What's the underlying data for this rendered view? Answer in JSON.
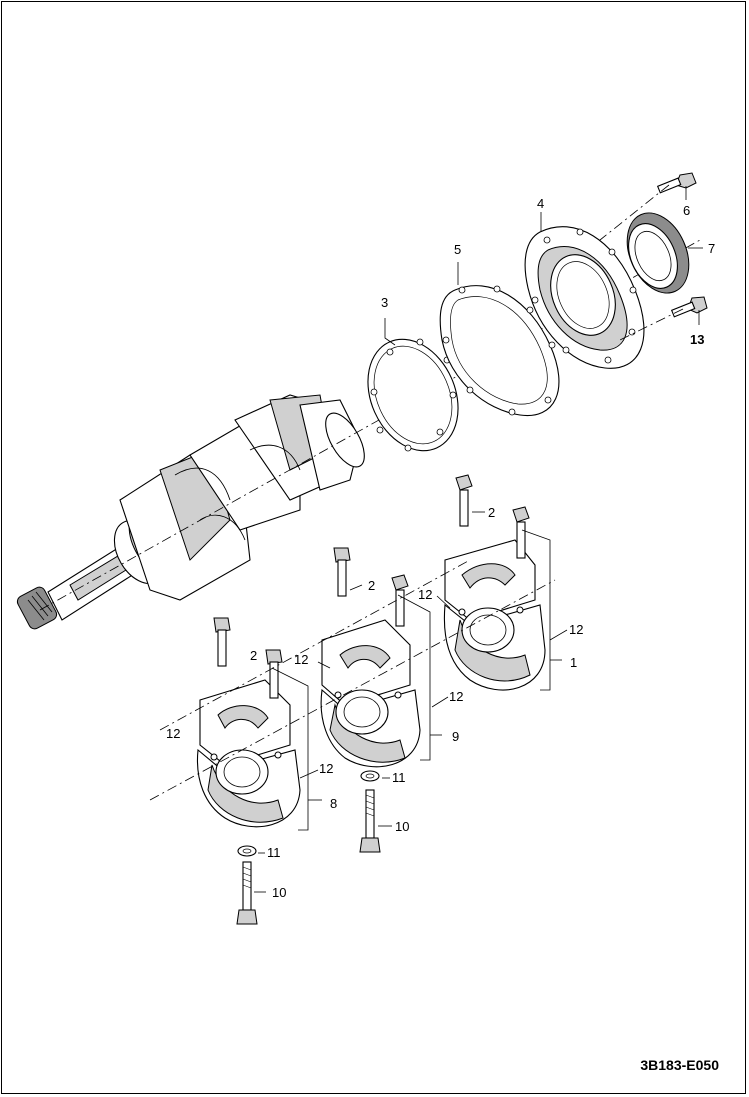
{
  "diagram_code": "3B183-E050",
  "callouts": {
    "c1": "1",
    "c2a": "2",
    "c2b": "2",
    "c2c": "2",
    "c3": "3",
    "c4": "4",
    "c5": "5",
    "c6": "6",
    "c7": "7",
    "c8": "8",
    "c9": "9",
    "c10a": "10",
    "c10b": "10",
    "c11a": "11",
    "c11b": "11",
    "c12a": "12",
    "c12b": "12",
    "c12c": "12",
    "c12d": "12",
    "c12e": "12",
    "c12f": "12",
    "c13": "13"
  }
}
